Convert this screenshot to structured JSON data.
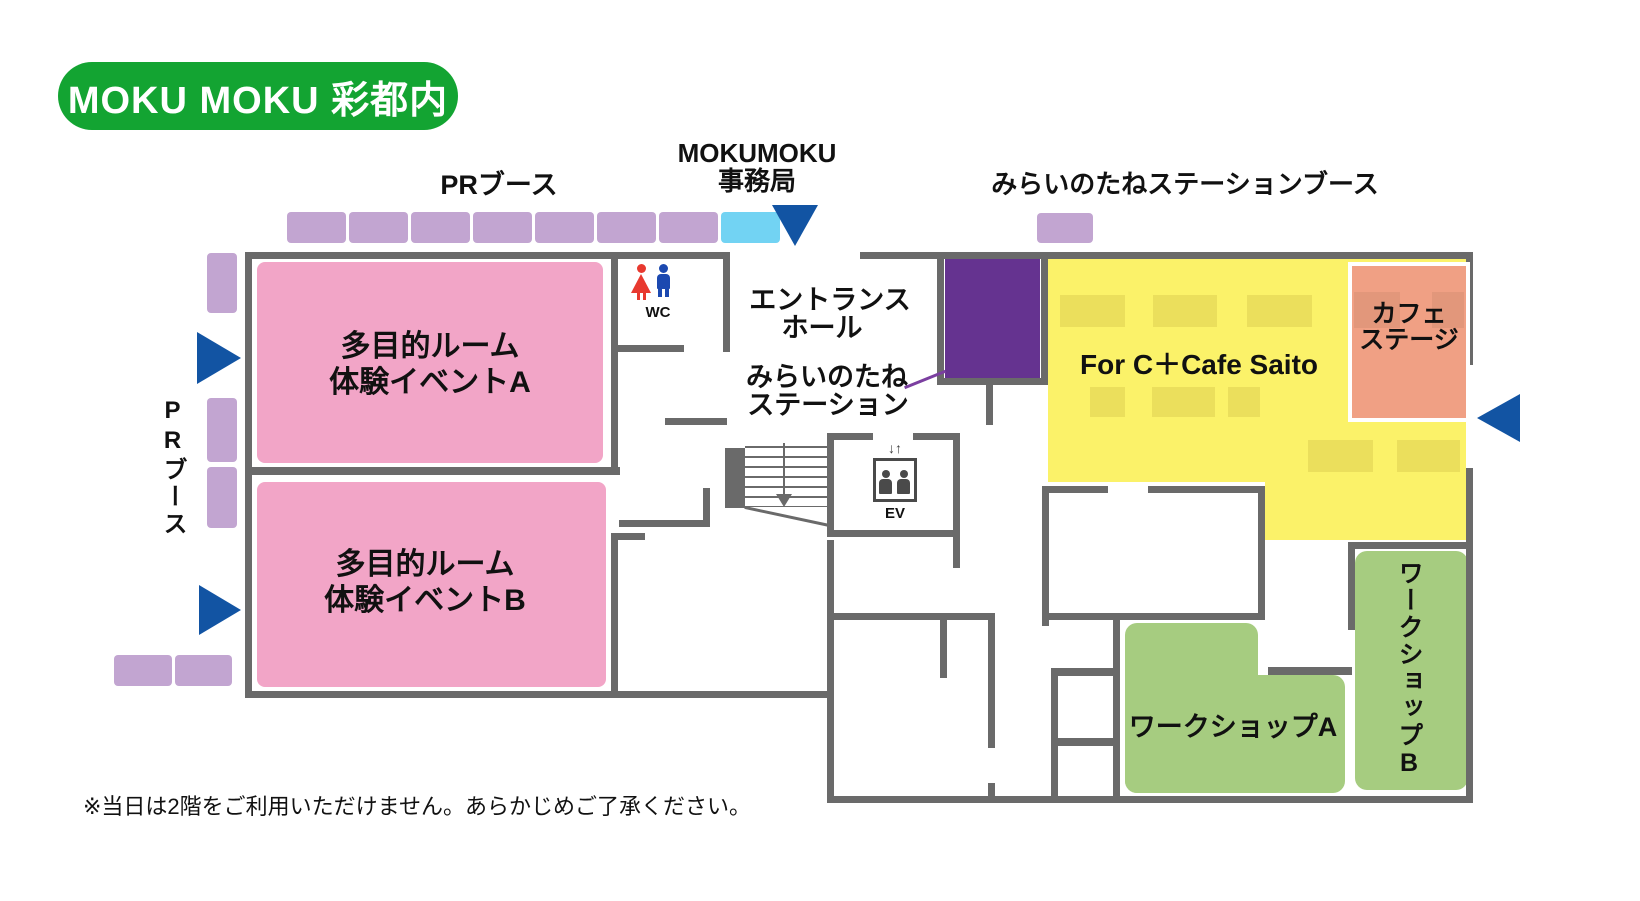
{
  "title_badge": "MOKU MOKU 彩都内",
  "labels": {
    "pr_booth_top": "PRブース",
    "office_line1": "MOKUMOKU",
    "office_line2": "事務局",
    "mirai_booth": "みらいのたねステーションブース",
    "entrance_line1": "エントランス",
    "entrance_line2": "ホール",
    "station_line1": "みらいのたね",
    "station_line2": "ステーション",
    "pr_booth_left": "PRブース",
    "wc": "WC",
    "ev": "EV",
    "ev_arrows": "↓↑"
  },
  "areas": {
    "room_a_line1": "多目的ルーム",
    "room_a_line2": "体験イベントA",
    "room_b_line1": "多目的ルーム",
    "room_b_line2": "体験イベントB",
    "cafe": "For C＋Cafe Saito",
    "stage_line1": "カフェ",
    "stage_line2": "ステージ",
    "workshop_a": "ワークショップA",
    "workshop_b": "ワークショップB"
  },
  "note": "※当日は2階をご利用いただけません。あらかじめご了承ください。",
  "colors": {
    "badge_green": "#13A432",
    "booth_lavender": "#C2A5D1",
    "booth_blue": "#72D3F3",
    "arrow_blue": "#1254A3",
    "room_pink": "#F2A5C7",
    "station_purple": "#653390",
    "cafe_yellow": "#FBF269",
    "table_yellow": "#EBDF5C",
    "stage_orange": "#F0A084",
    "workshop_green": "#A6CC80",
    "wall_gray": "#6A6A6A",
    "wc_female_red": "#E8392F",
    "wc_male_blue": "#1C49B0"
  }
}
